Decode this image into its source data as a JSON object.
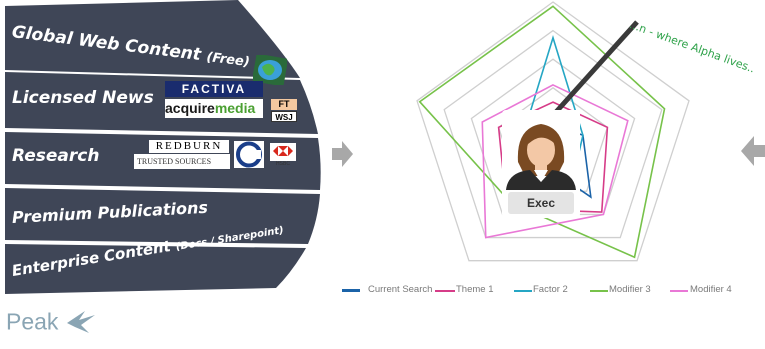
{
  "sources": {
    "bands": [
      {
        "label": "Global Web Content",
        "suffix": "(Free)"
      },
      {
        "label": "Licensed News",
        "suffix": ""
      },
      {
        "label": "Research",
        "suffix": ""
      },
      {
        "label": "Premium Publications",
        "suffix": ""
      },
      {
        "label": "Enterprise Content",
        "suffix": "(Docs / Sharepoint)"
      }
    ],
    "logos": {
      "factiva": "FACTIVA",
      "acquire_a": "acquire",
      "acquire_b": "media",
      "ft": "FT",
      "wsj": "WSJ",
      "redburn": "REDBURN",
      "trusted": "TRUSTED SOURCES",
      "hsbc": "HSBC"
    }
  },
  "brand": {
    "name": "Peak",
    "color": "#8aa5b4"
  },
  "radar": {
    "callout": "...n - where Alpha lives..",
    "persona_label": "Exec"
  },
  "chart_data": {
    "type": "radar",
    "axes_count": 5,
    "series": [
      {
        "name": "Current Search",
        "color": "#1b63a8",
        "values": [
          0.15,
          0.22,
          0.45,
          0.15,
          0.15
        ]
      },
      {
        "name": "Theme 1",
        "color": "#d63c88",
        "values": [
          0.3,
          0.4,
          0.58,
          0.55,
          0.4
        ]
      },
      {
        "name": "Factor 2",
        "color": "#25a6c4",
        "values": [
          0.75,
          0.22,
          0.25,
          0.22,
          0.22
        ]
      },
      {
        "name": "Modifier 3",
        "color": "#77c24a",
        "values": [
          0.97,
          0.82,
          0.97,
          0.5,
          0.98
        ]
      },
      {
        "name": "Modifier 4",
        "color": "#e978d6",
        "values": [
          0.42,
          0.55,
          0.6,
          0.8,
          0.52
        ]
      }
    ]
  },
  "colors": {
    "band": "#3f4657",
    "arrow": "#a8a8a8",
    "grid": "#cfcfcf"
  }
}
